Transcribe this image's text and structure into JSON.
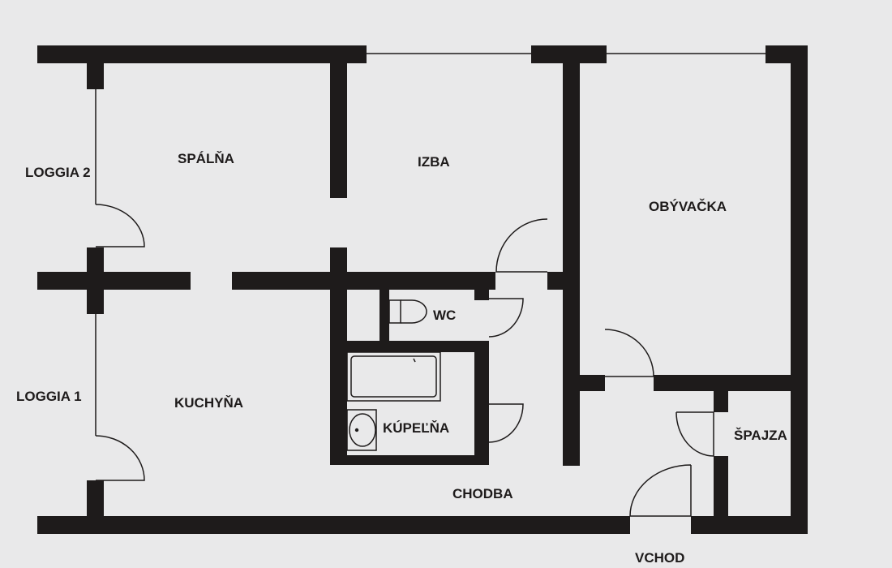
{
  "plan": {
    "rooms": {
      "loggia2": "LOGGIA 2",
      "spalna": "SPÁLŇA",
      "izba": "IZBA",
      "obyvacka": "OBÝVAČKA",
      "wc": "WC",
      "loggia1": "LOGGIA 1",
      "kuchyna": "KUCHYŇA",
      "kupelna": "KÚPEĽŇA",
      "spajza": "ŠPAJZA",
      "chodba": "CHODBA",
      "vchod": "VCHOD"
    },
    "colors": {
      "wall": "#1e1b1b",
      "background": "#e9e9ea"
    }
  }
}
